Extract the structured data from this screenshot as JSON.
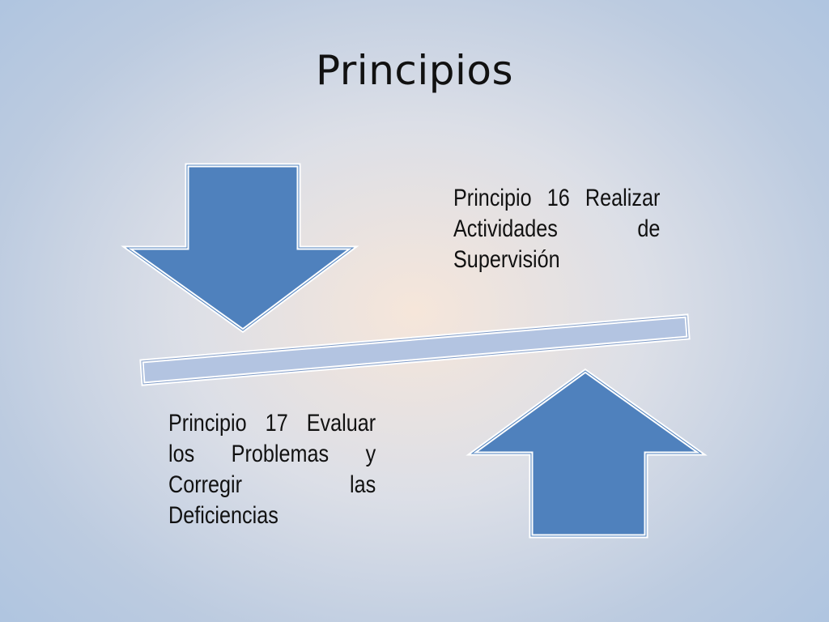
{
  "slide": {
    "title": "Principios"
  },
  "diagram": {
    "principle_16": "Principio 16 Realizar Actividades de Supervisión",
    "principle_17": "Principio 17 Evaluar los Problemas y Corregir las Deficiencias",
    "arrow_color": "#4f81bd",
    "bar_color": "#b3c4e1"
  }
}
